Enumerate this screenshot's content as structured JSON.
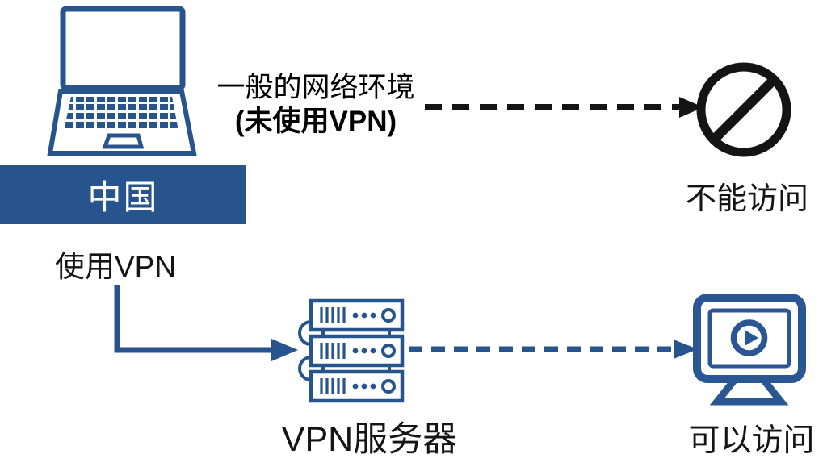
{
  "colors": {
    "blue": "#27548C",
    "monitor_blue": "#2A5793",
    "black": "#141414",
    "banner_bg": "#27548C",
    "banner_text": "#FFFFFF",
    "background": "#FFFFFF"
  },
  "client": {
    "icon": "laptop-icon",
    "country_label": "中国"
  },
  "direct_path": {
    "caption_line1": "一般的网络环境",
    "caption_line2": "(未使用VPN)",
    "arrow_style": "black-dashed",
    "result_icon": "blocked-icon",
    "result_label": "不能访问"
  },
  "vpn_path": {
    "caption": "使用VPN",
    "arrow_style": "blue-solid-elbow",
    "server_icon": "server-stack-icon",
    "server_label": "VPN服务器",
    "server_to_site_arrow_style": "blue-dashed",
    "result_icon": "monitor-play-icon",
    "result_label": "可以访问"
  }
}
